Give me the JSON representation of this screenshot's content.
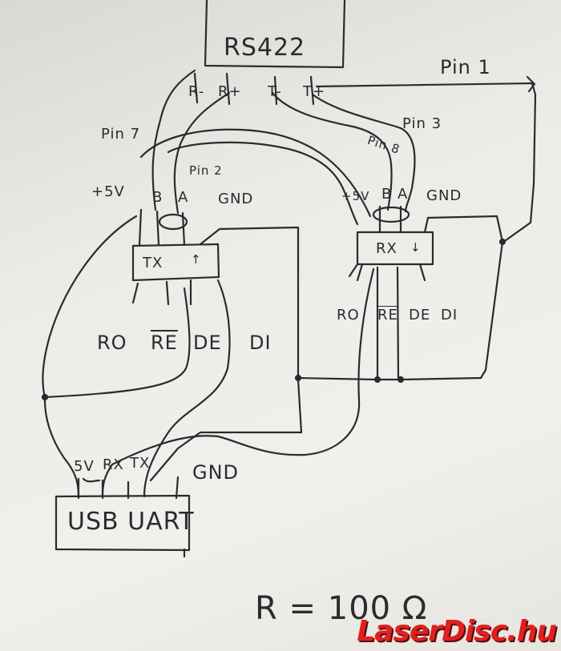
{
  "chips": {
    "rs422": "RS422",
    "tx_chip": "TX",
    "rx_chip": "RX",
    "usb_uart": "USB UART"
  },
  "rs422_pins": [
    "R-",
    "R+",
    "T-",
    "T+"
  ],
  "pin_labels": {
    "pin1": "Pin 1",
    "pin7": "Pin 7",
    "pin2": "Pin 2",
    "pin3": "Pin 3",
    "pin8": "Pin 8"
  },
  "tx_side": {
    "power": "+5V",
    "b": "B",
    "a": "A",
    "gnd": "GND",
    "bottom_pins": [
      "RO",
      "RE",
      "DE",
      "DI"
    ]
  },
  "rx_side": {
    "power": "+5V",
    "b": "B",
    "a": "A",
    "gnd": "GND",
    "bottom_pins": [
      "RO",
      "RE",
      "DE",
      "DI"
    ]
  },
  "usb_pins": [
    "5V",
    "RX",
    "TX",
    "GND"
  ],
  "resistor_note": "R = 100 Ω",
  "watermark": "LaserDisc.hu",
  "colors": {
    "ink": "#2b2b2f",
    "paper": "#efeeea",
    "watermark": "#e1201e"
  }
}
